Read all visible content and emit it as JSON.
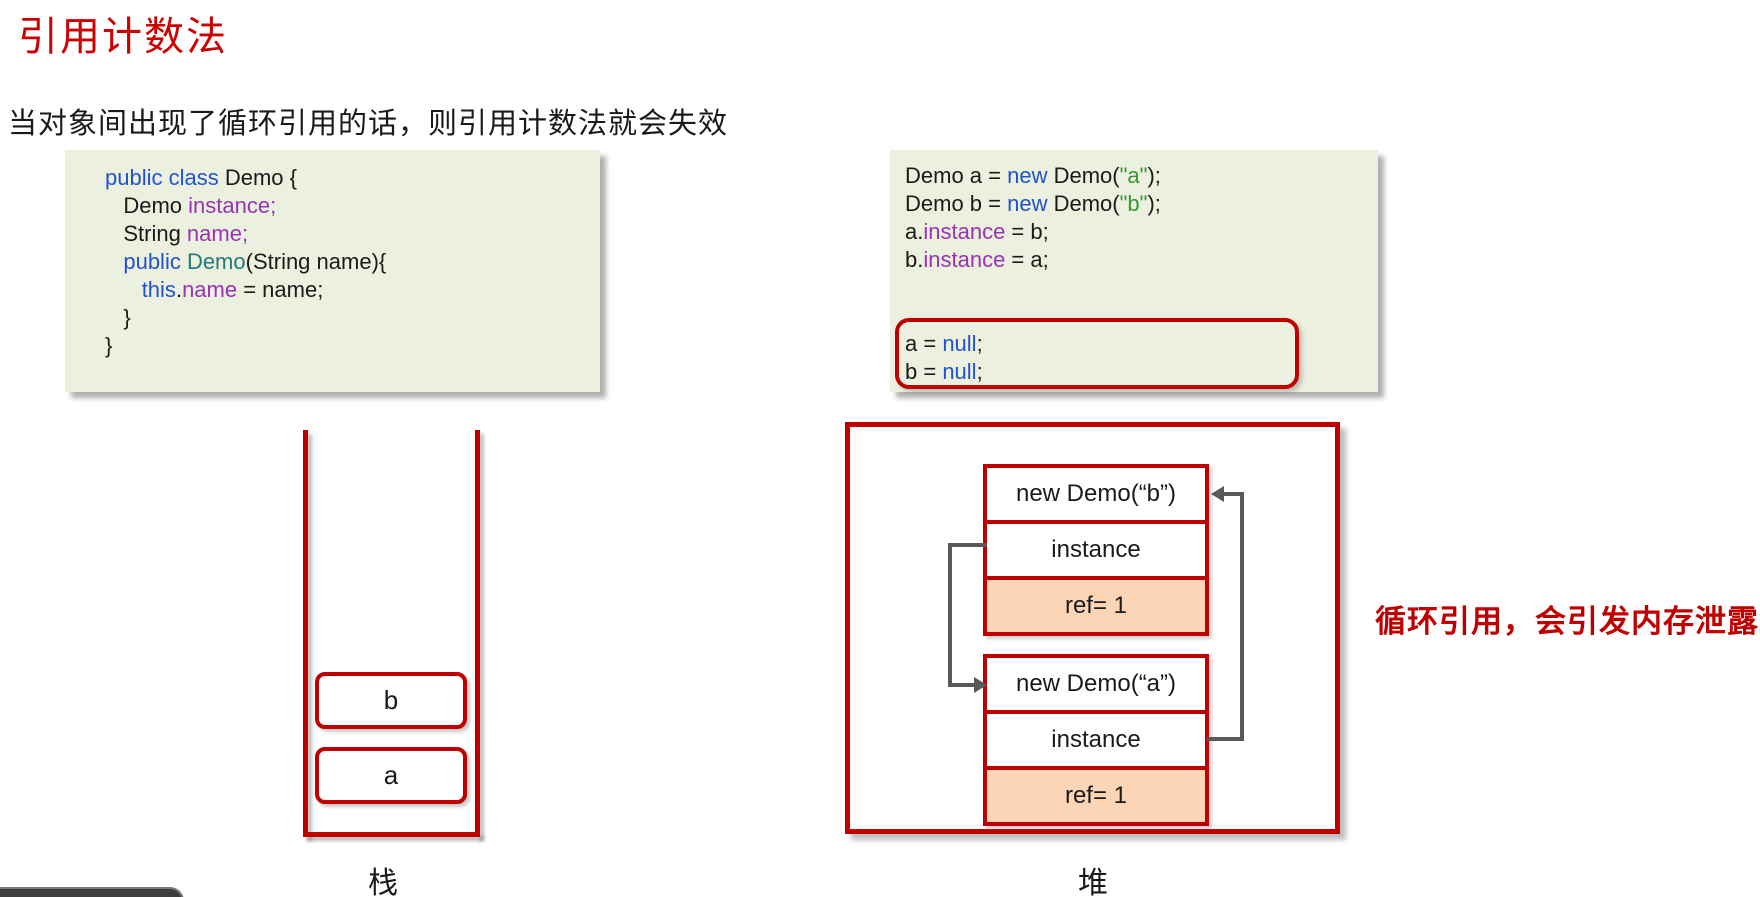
{
  "page": {
    "title": "引用计数法",
    "subtitle": "当对象间出现了循环引用的话，则引用计数法就会失效"
  },
  "colors": {
    "title_red": "#CC0000",
    "accent_red": "#C00000",
    "code_block_bg": "#EBF1DE",
    "ref_cell_bg": "#FBD5B5",
    "keyword_blue": "#2353CC",
    "member_purple": "#9933B3",
    "type_teal": "#217A7A",
    "string_green": "#339933",
    "connector_gray": "#595959"
  },
  "code_left": {
    "lines": [
      [
        {
          "t": "public class ",
          "c": "k"
        },
        {
          "t": "Demo {",
          "c": "d"
        }
      ],
      [
        {
          "t": "   Demo ",
          "c": "d"
        },
        {
          "t": "instance;",
          "c": "p"
        }
      ],
      [
        {
          "t": "   String ",
          "c": "d"
        },
        {
          "t": "name;",
          "c": "p"
        }
      ],
      [
        {
          "t": "   ",
          "c": "d"
        },
        {
          "t": "public ",
          "c": "k"
        },
        {
          "t": "Demo",
          "c": "t"
        },
        {
          "t": "(String name){",
          "c": "d"
        }
      ],
      [
        {
          "t": "      ",
          "c": "d"
        },
        {
          "t": "this",
          "c": "k"
        },
        {
          "t": ".",
          "c": "d"
        },
        {
          "t": "name",
          "c": "p"
        },
        {
          "t": " = name;",
          "c": "d"
        }
      ],
      [
        {
          "t": "   }",
          "c": "d"
        }
      ],
      [
        {
          "t": "}",
          "c": "d"
        }
      ]
    ]
  },
  "code_right": {
    "lines": [
      [
        {
          "t": "Demo a = ",
          "c": "d"
        },
        {
          "t": "new",
          "c": "k"
        },
        {
          "t": " Demo(",
          "c": "d"
        },
        {
          "t": "\"a\"",
          "c": "g"
        },
        {
          "t": ");",
          "c": "d"
        }
      ],
      [
        {
          "t": "Demo b = ",
          "c": "d"
        },
        {
          "t": "new",
          "c": "k"
        },
        {
          "t": " Demo(",
          "c": "d"
        },
        {
          "t": "\"b\"",
          "c": "g"
        },
        {
          "t": ");",
          "c": "d"
        }
      ],
      [
        {
          "t": "a.",
          "c": "d"
        },
        {
          "t": "instance",
          "c": "p"
        },
        {
          "t": " = b;",
          "c": "d"
        }
      ],
      [
        {
          "t": "b.",
          "c": "d"
        },
        {
          "t": "instance",
          "c": "p"
        },
        {
          "t": " = a;",
          "c": "d"
        }
      ]
    ],
    "null_lines": [
      [
        {
          "t": "a = ",
          "c": "d"
        },
        {
          "t": "null",
          "c": "k"
        },
        {
          "t": ";",
          "c": "d"
        }
      ],
      [
        {
          "t": "b = ",
          "c": "d"
        },
        {
          "t": "null",
          "c": "k"
        },
        {
          "t": ";",
          "c": "d"
        }
      ]
    ]
  },
  "stack": {
    "label": "栈",
    "items": [
      "b",
      "a"
    ]
  },
  "heap": {
    "label": "堆",
    "objects": [
      {
        "title": "new Demo(“b”)",
        "field": "instance",
        "ref": "ref= 1"
      },
      {
        "title": "new Demo(“a”)",
        "field": "instance",
        "ref": "ref= 1"
      }
    ]
  },
  "annotation": "循环引用，会引发内存泄露"
}
